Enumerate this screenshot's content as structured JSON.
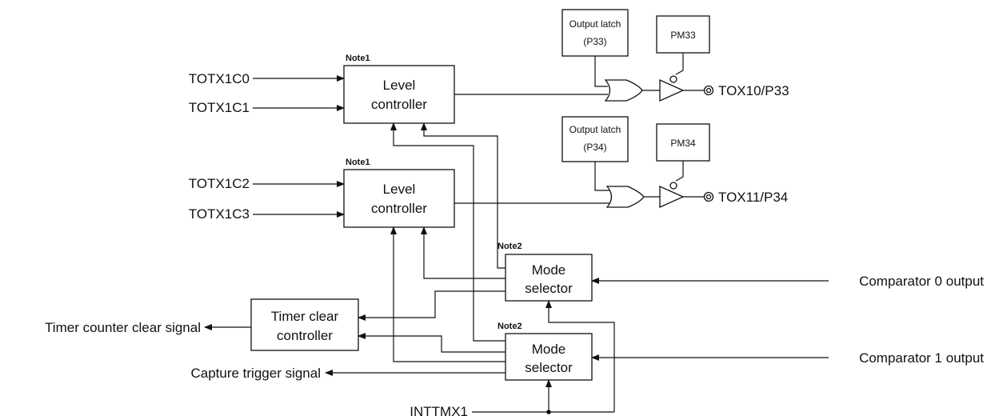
{
  "inputs": {
    "totx1c0": "TOTX1C0",
    "totx1c1": "TOTX1C1",
    "totx1c2": "TOTX1C2",
    "totx1c3": "TOTX1C3",
    "inttmx1": "INTTMX1",
    "comp0": "Comparator 0 output",
    "comp1": "Comparator 1 output"
  },
  "outputs": {
    "timer_clear": "Timer counter clear signal",
    "capture": "Capture trigger signal",
    "tox10": "TOX10/P33",
    "tox11": "TOX11/P34"
  },
  "blocks": {
    "level_ctrl_1": {
      "note": "Note1",
      "line1": "Level",
      "line2": "controller"
    },
    "level_ctrl_2": {
      "note": "Note1",
      "line1": "Level",
      "line2": "controller"
    },
    "mode_sel_1": {
      "note": "Note2",
      "line1": "Mode",
      "line2": "selector"
    },
    "mode_sel_2": {
      "note": "Note2",
      "line1": "Mode",
      "line2": "selector"
    },
    "timer_clear_ctrl": {
      "line1": "Timer clear",
      "line2": "controller"
    },
    "latch_p33": {
      "line1": "Output latch",
      "line2": "(P33)"
    },
    "latch_p34": {
      "line1": "Output latch",
      "line2": "(P34)"
    },
    "pm33": "PM33",
    "pm34": "PM34"
  },
  "icons": {
    "or_gate": "or-gate-icon",
    "buffer": "tristate-buffer-icon",
    "pin": "pin-terminal-icon",
    "arrow": "arrowhead-icon",
    "junction": "junction-dot-icon"
  },
  "colors": {
    "line": "#111111",
    "background": "#ffffff"
  }
}
